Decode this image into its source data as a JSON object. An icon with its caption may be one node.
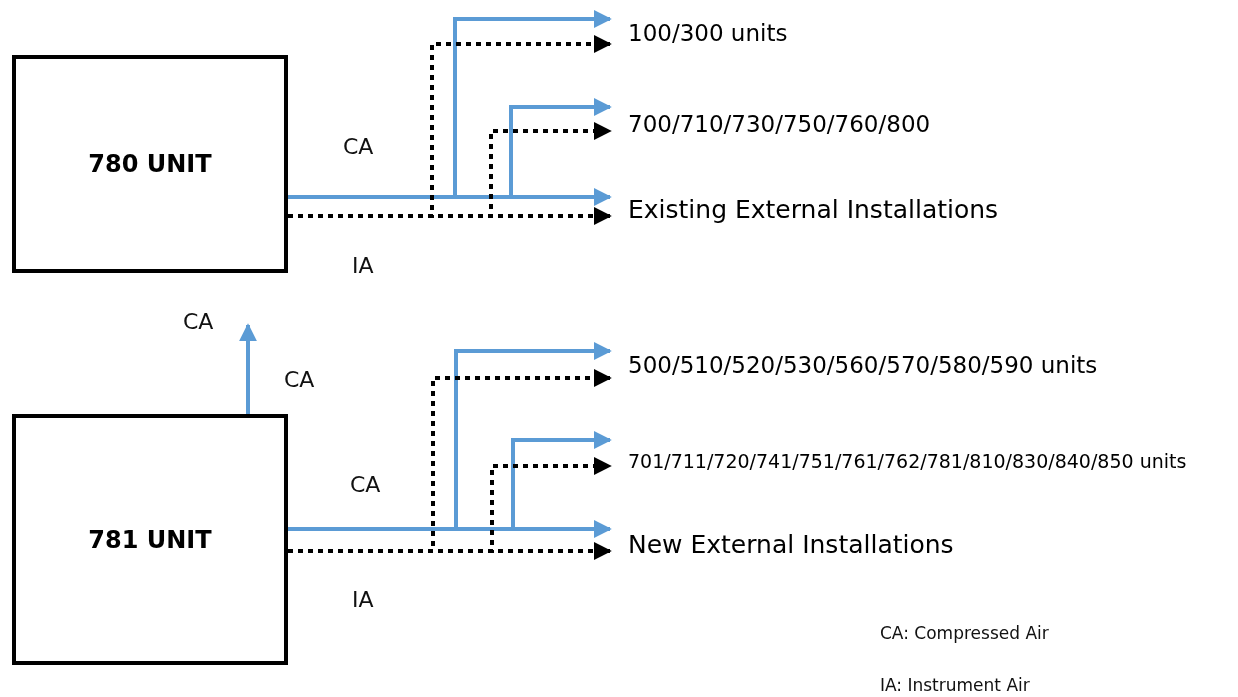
{
  "diagram": {
    "nodes": [
      {
        "text": [
          "780 UNIT"
        ]
      },
      {
        "text": [
          "781 UNIT"
        ]
      },
      {
        "text": [
          "100/300 units"
        ]
      },
      {
        "text": [
          "700/710/730/750/760/800"
        ]
      },
      {
        "text": [
          "Existing External Installations"
        ]
      },
      {
        "text": [
          "500/510/520/530/560/570/580/590 units"
        ]
      },
      {
        "text": [
          "701/711/720/741/751/761/762/781/810/830/840/850 units"
        ]
      },
      {
        "text": [
          "New External Installations"
        ]
      }
    ],
    "edges": [
      {
        "from": 0,
        "to": 2,
        "arrow": "to"
      },
      {
        "from": 0,
        "to": 3,
        "arrow": "to"
      },
      {
        "from": 0,
        "to": 4,
        "arrow": "to"
      },
      {
        "from": 0,
        "to": 2,
        "arrow": "to",
        "style": "dashed",
        "color": "#000000"
      },
      {
        "from": 0,
        "to": 3,
        "arrow": "to",
        "style": "dashed",
        "color": "#000000"
      },
      {
        "from": 0,
        "to": 4,
        "arrow": "to",
        "style": "dashed",
        "color": "#000000"
      },
      {
        "from": 1,
        "to": 5,
        "arrow": "to"
      },
      {
        "from": 1,
        "to": 6,
        "arrow": "to"
      },
      {
        "from": 1,
        "to": 7,
        "arrow": "to"
      },
      {
        "from": 1,
        "to": 5,
        "arrow": "to",
        "style": "dashed",
        "color": "#000000"
      },
      {
        "from": 1,
        "to": 6,
        "arrow": "to",
        "style": "dashed",
        "color": "#000000"
      },
      {
        "from": 1,
        "to": 7,
        "arrow": "to",
        "style": "dashed",
        "color": "#000000"
      },
      {
        "from": 1,
        "to": null,
        "arrow": "to"
      }
    ],
    "labels": [
      "CA",
      "IA",
      "CA",
      "CA",
      "CA",
      "IA",
      "CA: Compressed Air",
      "IA: Instrument Air"
    ]
  }
}
